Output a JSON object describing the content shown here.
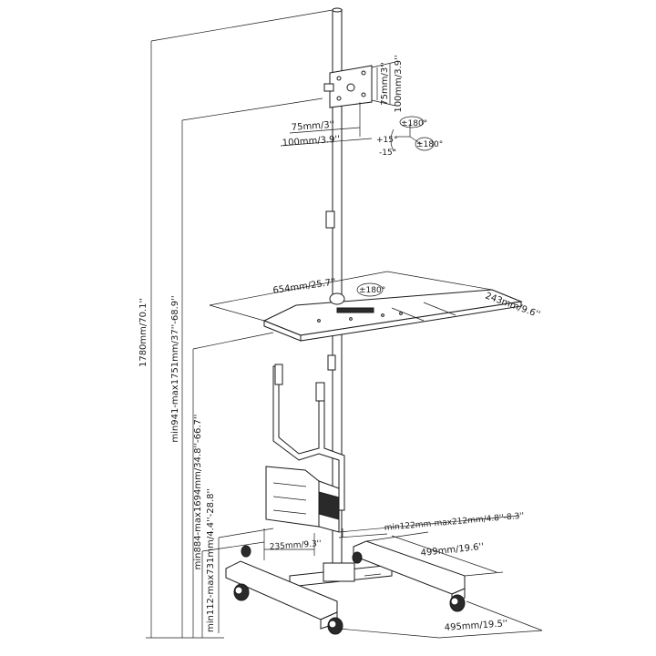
{
  "dimensions": {
    "total_height": "1780mm/70.1''",
    "tray_height": "min941-max1751mm/37''-68.9''",
    "shelf_height": "min884-max1694mm/34.8''-66.7''",
    "cpu_holder_height": "min112-max731mm/4.4''-28.8''",
    "vesa_h_small": "75mm/3''",
    "vesa_h_large": "100mm/3.9''",
    "vesa_v_small": "75mm/3''",
    "vesa_v_large": "100mm/3.9''",
    "tray_width": "654mm/25.7''",
    "tray_depth": "243mm/9.6''",
    "cpu_holder_width": "min122mm-max212mm/4.8''-8.3''",
    "cpu_holder_depth": "235mm/9.3''",
    "base_depth": "499mm/19.6''",
    "base_width": "495mm/19.5''"
  },
  "rotation": {
    "tray_swivel": "±180°",
    "swivel": "±180°",
    "rotate": "±180°",
    "tilt_up": "+15°",
    "tilt_down": "-15°"
  }
}
